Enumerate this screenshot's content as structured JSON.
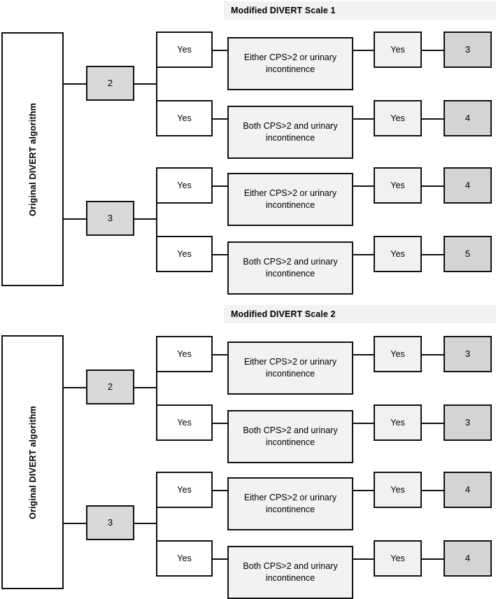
{
  "diagram": {
    "title_implicit": "DIVERT algorithm modification flowchart",
    "colors": {
      "branch_fill": "#d9d9d9",
      "condition_fill": "#f2f2f2",
      "score_fill": "#d4d4d4",
      "yes_right_fill": "#f1f1f1",
      "yes_left_fill": "#ffffff",
      "header_band": "#f2f2f2",
      "line": "#111111"
    },
    "sections": [
      {
        "header": "Modified DIVERT Scale 1",
        "algorithm_label": "Original DIVERT algorithm",
        "branches": [
          {
            "branch_value": "2",
            "rows": [
              {
                "yes_left": "Yes",
                "condition": "Either CPS>2 or urinary incontinence",
                "yes_right": "Yes",
                "score": "3"
              },
              {
                "yes_left": "Yes",
                "condition": "Both CPS>2 and urinary incontinence",
                "yes_right": "Yes",
                "score": "4"
              }
            ]
          },
          {
            "branch_value": "3",
            "rows": [
              {
                "yes_left": "Yes",
                "condition": "Either CPS>2 or urinary incontinence",
                "yes_right": "Yes",
                "score": "4"
              },
              {
                "yes_left": "Yes",
                "condition": "Both CPS>2 and urinary incontinence",
                "yes_right": "Yes",
                "score": "5"
              }
            ]
          }
        ]
      },
      {
        "header": "Modified DIVERT Scale 2",
        "algorithm_label": "Original DIVERT algorithm",
        "branches": [
          {
            "branch_value": "2",
            "rows": [
              {
                "yes_left": "Yes",
                "condition": "Either CPS>2 or urinary incontinence",
                "yes_right": "Yes",
                "score": "3"
              },
              {
                "yes_left": "Yes",
                "condition": "Both CPS>2 and urinary incontinence",
                "yes_right": "Yes",
                "score": "3"
              }
            ]
          },
          {
            "branch_value": "3",
            "rows": [
              {
                "yes_left": "Yes",
                "condition": "Either CPS>2 or urinary incontinence",
                "yes_right": "Yes",
                "score": "4"
              },
              {
                "yes_left": "Yes",
                "condition": "Both CPS>2 and urinary incontinence",
                "yes_right": "Yes",
                "score": "4"
              }
            ]
          }
        ]
      }
    ]
  }
}
